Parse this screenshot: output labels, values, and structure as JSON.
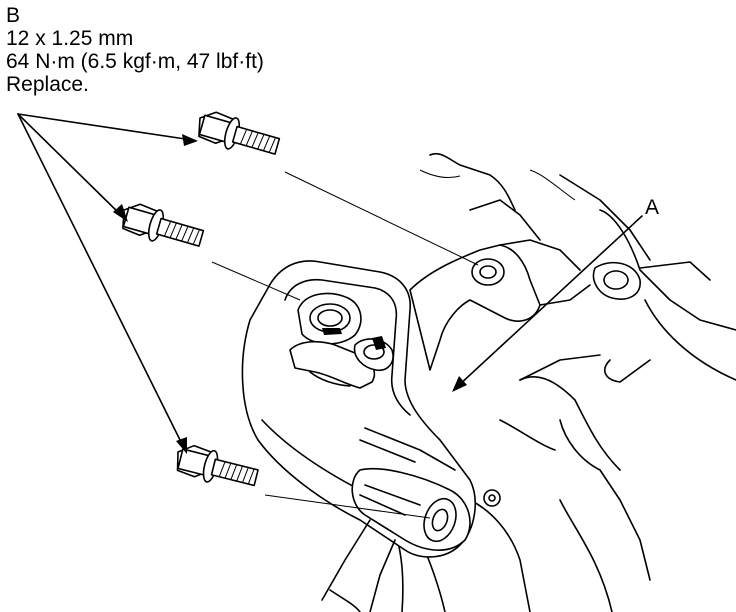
{
  "callout_b": {
    "letter": "B",
    "size": "12 x 1.25 mm",
    "torque": "64 N·m (6.5 kgf·m, 47 lbf·ft)",
    "note": "Replace."
  },
  "callout_a": {
    "letter": "A"
  },
  "icons": {
    "bolt": "flange-bolt-icon",
    "mount": "engine-mount-bracket",
    "body": "vehicle-frame-outline"
  }
}
